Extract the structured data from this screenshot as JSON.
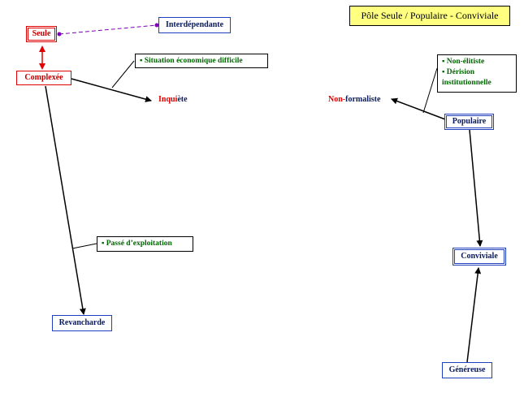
{
  "title": "Pôle Seule / Populaire - Conviviale",
  "nodes": {
    "seule": "Seule",
    "complexee": "Complexée",
    "interdependante": "Interdépendante",
    "inquiete_part1": "Inqui",
    "inquiete_part2": "ète",
    "non_part1": "Non-",
    "non_part2": "formaliste",
    "populaire": "Populaire",
    "conviviale": "Conviviale",
    "revancharde": "Revancharde",
    "genereuse": "Généreuse"
  },
  "notes": {
    "situation": "▪ Situation économique difficile",
    "passe": "▪ Passé d’exploitation",
    "non_elitiste": "▪ Non-élitiste",
    "derision": "▪ Dérision",
    "institutionnelle": "institutionnelle"
  },
  "colors": {
    "red": "#e00000",
    "blue": "#2040c0",
    "navy": "#0a1a5c",
    "green": "#006400",
    "purple": "#8000c0",
    "yellow": "#ffff80"
  }
}
